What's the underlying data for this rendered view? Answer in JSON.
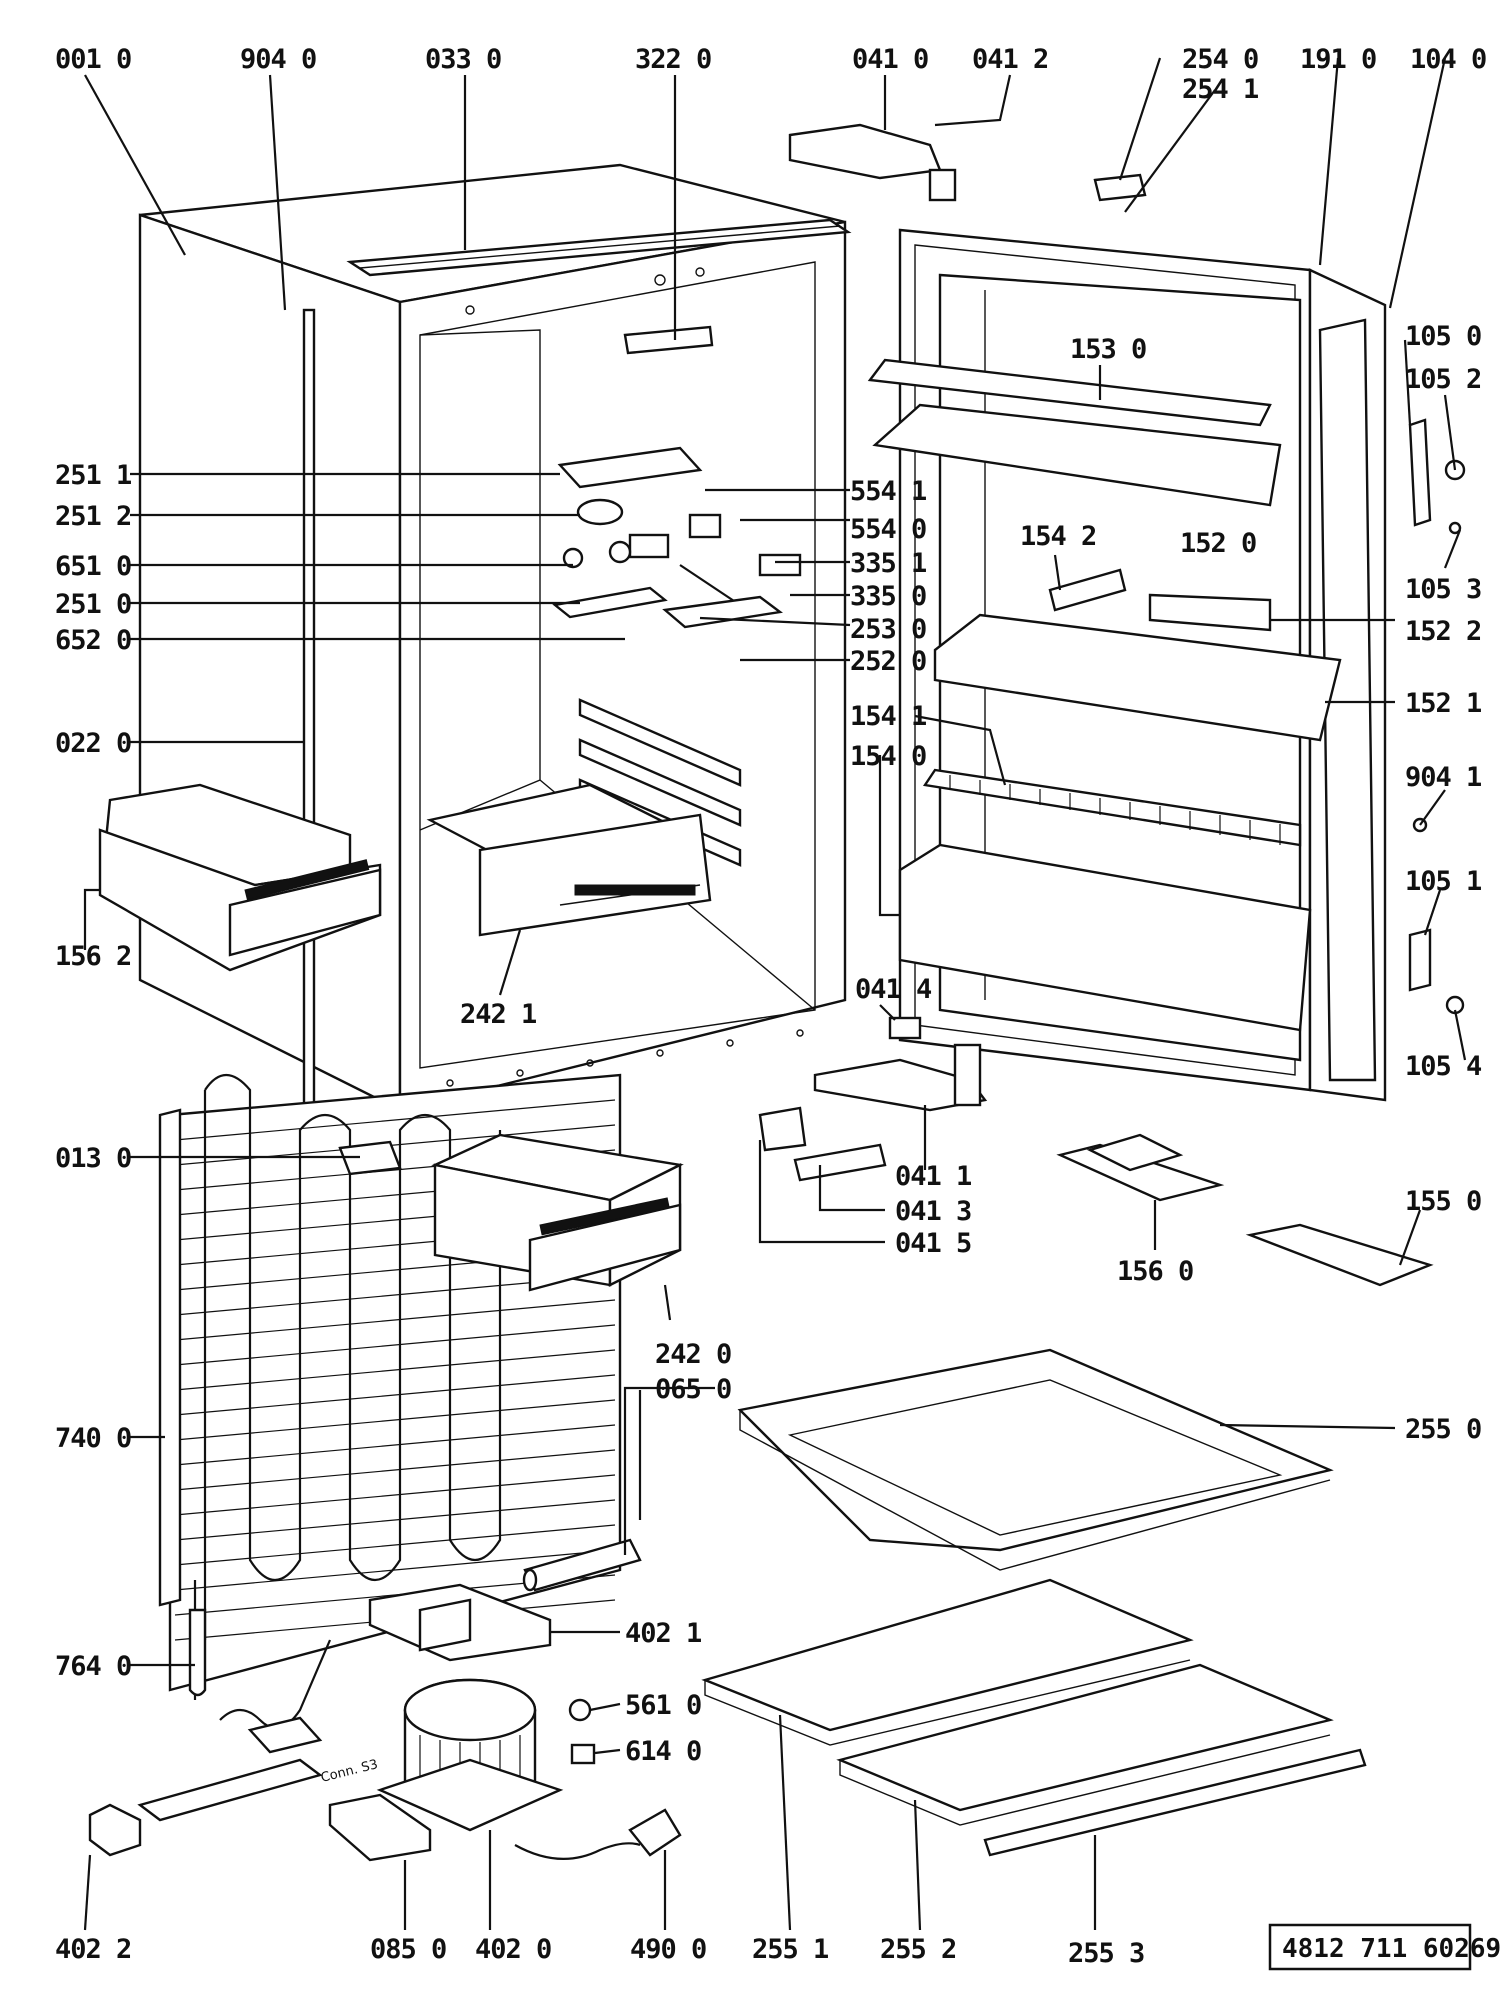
{
  "document_code": "4812 711 60269",
  "handwritten_note": "Conn. S3",
  "parts": [
    {
      "id": "p0010",
      "code": "001 0"
    },
    {
      "id": "p9040",
      "code": "904 0"
    },
    {
      "id": "p0330",
      "code": "033 0"
    },
    {
      "id": "p3220",
      "code": "322 0"
    },
    {
      "id": "p0410",
      "code": "041 0"
    },
    {
      "id": "p0412",
      "code": "041 2"
    },
    {
      "id": "p2540",
      "code": "254 0"
    },
    {
      "id": "p2541",
      "code": "254 1"
    },
    {
      "id": "p1910",
      "code": "191 0"
    },
    {
      "id": "p1040",
      "code": "104 0"
    },
    {
      "id": "p1050",
      "code": "105 0"
    },
    {
      "id": "p1052",
      "code": "105 2"
    },
    {
      "id": "p1530",
      "code": "153 0"
    },
    {
      "id": "p2511",
      "code": "251 1"
    },
    {
      "id": "p5541",
      "code": "554 1"
    },
    {
      "id": "p2512",
      "code": "251 2"
    },
    {
      "id": "p5540",
      "code": "554 0"
    },
    {
      "id": "p1542",
      "code": "154 2"
    },
    {
      "id": "p1520",
      "code": "152 0"
    },
    {
      "id": "p6510",
      "code": "651 0"
    },
    {
      "id": "p3351",
      "code": "335 1"
    },
    {
      "id": "p1053",
      "code": "105 3"
    },
    {
      "id": "p2510",
      "code": "251 0"
    },
    {
      "id": "p3350",
      "code": "335 0"
    },
    {
      "id": "p1522",
      "code": "152 2"
    },
    {
      "id": "p6520",
      "code": "652 0"
    },
    {
      "id": "p2530",
      "code": "253 0"
    },
    {
      "id": "p2520",
      "code": "252 0"
    },
    {
      "id": "p1521",
      "code": "152 1"
    },
    {
      "id": "p0220",
      "code": "022 0"
    },
    {
      "id": "p1541",
      "code": "154 1"
    },
    {
      "id": "p1540",
      "code": "154 0"
    },
    {
      "id": "p9041",
      "code": "904 1"
    },
    {
      "id": "p1562",
      "code": "156 2"
    },
    {
      "id": "p1051",
      "code": "105 1"
    },
    {
      "id": "p2421",
      "code": "242 1"
    },
    {
      "id": "p0414",
      "code": "041 4"
    },
    {
      "id": "p1054",
      "code": "105 4"
    },
    {
      "id": "p0130",
      "code": "013 0"
    },
    {
      "id": "p0411",
      "code": "041 1"
    },
    {
      "id": "p0413",
      "code": "041 3"
    },
    {
      "id": "p0415",
      "code": "041 5"
    },
    {
      "id": "p1550",
      "code": "155 0"
    },
    {
      "id": "p1560",
      "code": "156 0"
    },
    {
      "id": "p2420",
      "code": "242 0"
    },
    {
      "id": "p0650",
      "code": "065 0"
    },
    {
      "id": "p7400",
      "code": "740 0"
    },
    {
      "id": "p2550",
      "code": "255 0"
    },
    {
      "id": "p4021",
      "code": "402 1"
    },
    {
      "id": "p7640",
      "code": "764 0"
    },
    {
      "id": "p5610",
      "code": "561 0"
    },
    {
      "id": "p6140",
      "code": "614 0"
    },
    {
      "id": "p4022",
      "code": "402 2"
    },
    {
      "id": "p0850",
      "code": "085 0"
    },
    {
      "id": "p4020",
      "code": "402 0"
    },
    {
      "id": "p4900",
      "code": "490 0"
    },
    {
      "id": "p2551",
      "code": "255 1"
    },
    {
      "id": "p2552",
      "code": "255 2"
    },
    {
      "id": "p2553",
      "code": "255 3"
    }
  ]
}
